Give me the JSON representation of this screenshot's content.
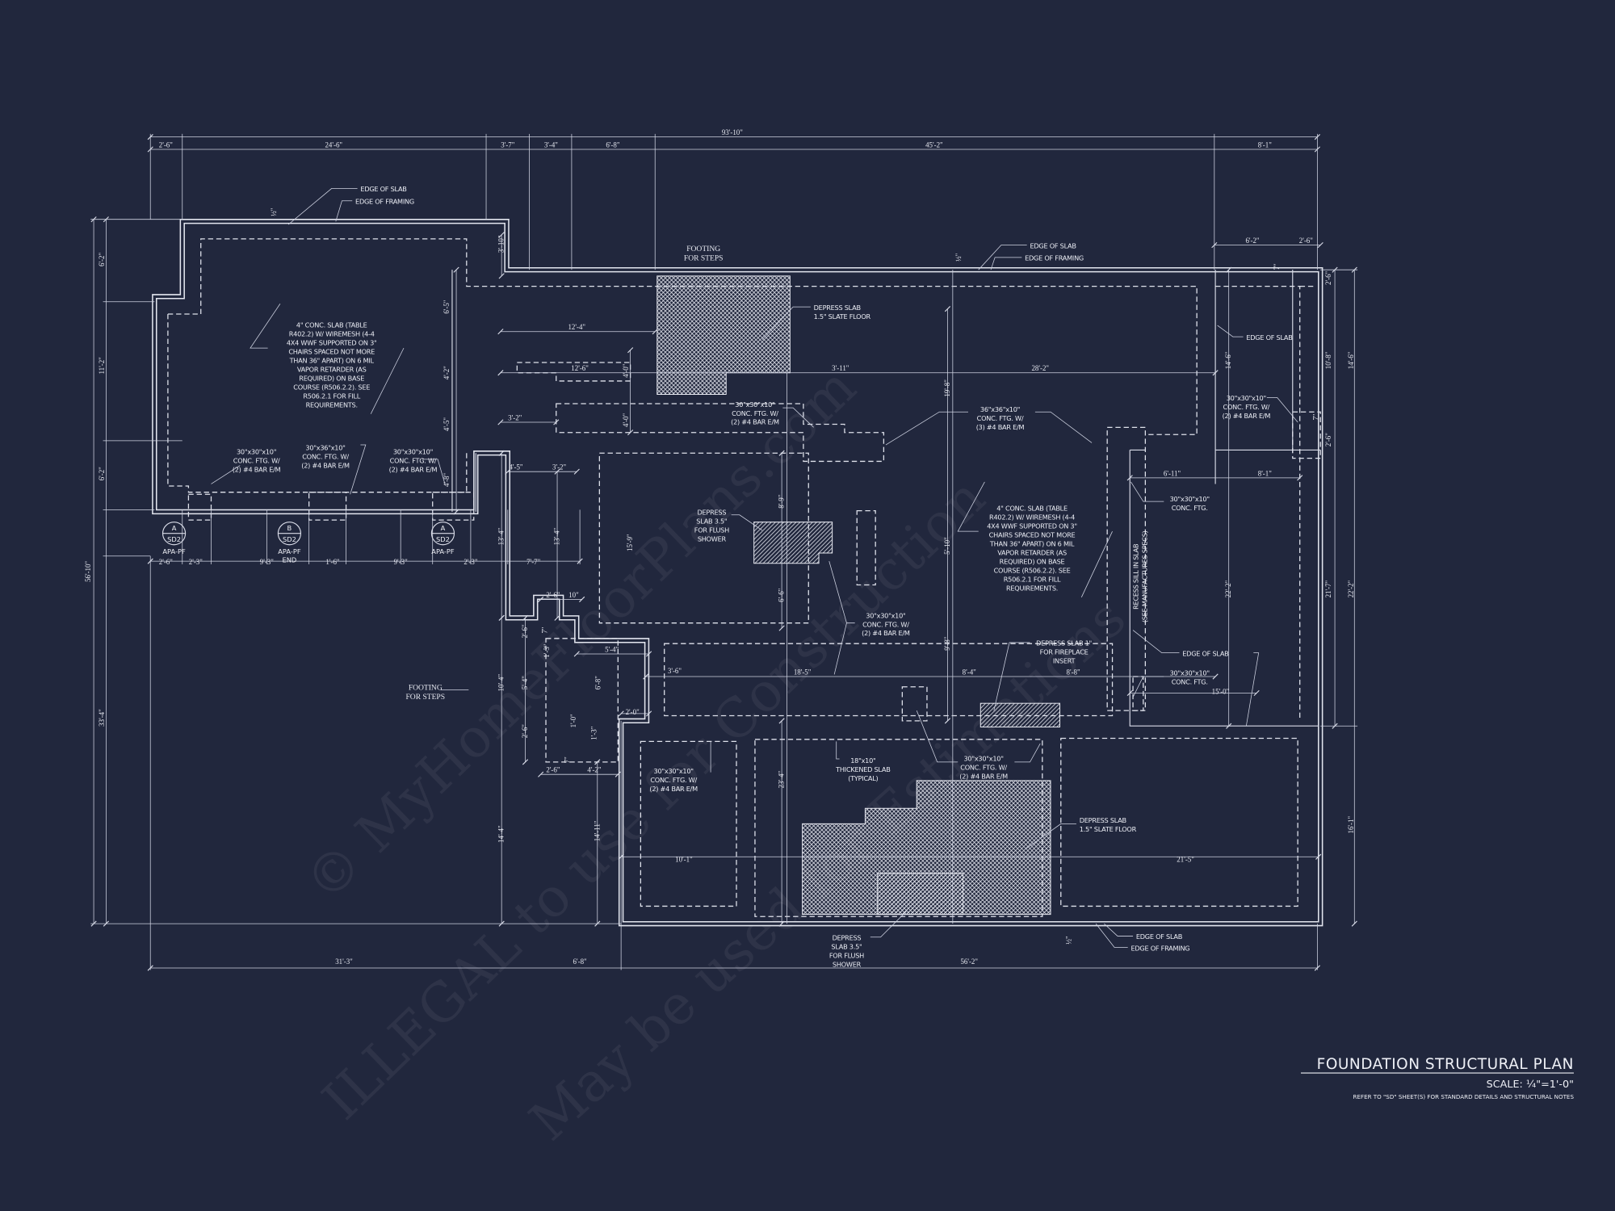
{
  "title_block": {
    "title": "FOUNDATION STRUCTURAL PLAN",
    "scale": "SCALE: ¼\"=1'-0\"",
    "reference_note": "REFER TO \"SD\" SHEET(S) FOR STANDARD DETAILS AND STRUCTURAL NOTES"
  },
  "watermark": {
    "line1": "© MyHomeFloorPlans.com",
    "line2": "ILLEGAL to use for Construction",
    "line3": "May be used for Estimations"
  },
  "colors": {
    "background": "#21273d",
    "linework": "#d9dce8"
  },
  "dimensions": [
    "93'-10\"",
    "2'-6\"",
    "24'-6\"",
    "3'-7\"",
    "3'-4\"",
    "6'-8\"",
    "45'-2\"",
    "8'-1\"",
    "6'-2\"",
    "2'-6\"",
    "12'-4\"",
    "12'-6\"",
    "3'-11\"",
    "28'-2\"",
    "3'-2\"",
    "4'-5\"",
    "3'-2\"",
    "6'-11\"",
    "8'-1\"",
    "2'-6\"",
    "2'-3\"",
    "9'-3\"",
    "1'-6\"",
    "9'-3\"",
    "2'-3\"",
    "7'-7\"",
    "2'-6\"",
    "10\"",
    "5'-4\"",
    "3'-6\"",
    "18'-5\"",
    "8'-4\"",
    "8'-8\"",
    "15'-0\"",
    "2'-0\"",
    "2'-6\"",
    "4'-2\"",
    "10'-1\"",
    "21'-5\"",
    "31'-3\"",
    "6'-8\"",
    "56'-2\"",
    "56'-10\"",
    "6'-2\"",
    "11'-2\"",
    "6'-2\"",
    "33'-4\"",
    "3'-10\"",
    "6'-5\"",
    "4'-2\"",
    "4'-5\"",
    "4'-8\"",
    "4'-0\"",
    "4'-0\"",
    "13'-4\"",
    "13'-4\"",
    "15'-9\"",
    "8'-9\"",
    "6'-6\"",
    "19'-8\"",
    "5'-10\"",
    "9'-8\"",
    "14'-6\"",
    "10'-8\"",
    "14'-6\"",
    "2'-6\"",
    "2'-6\"",
    "22'-2\"",
    "21'-7\"",
    "22'-2\"",
    "10'-4\"",
    "5'-4\"",
    "2'-6\"",
    "2'-6\"",
    "6'-8\"",
    "1'-3\"",
    "14'-4\"",
    "14'-11\"",
    "23'-4\"",
    "16'-1\"",
    "7\"",
    "7\"",
    "7\"",
    "7\"",
    "1'-0\"",
    "1'-3\"",
    "½\"",
    "½\"",
    "½\""
  ],
  "notes": [
    {
      "lines": [
        "EDGE OF SLAB"
      ]
    },
    {
      "lines": [
        "EDGE OF FRAMING"
      ]
    },
    {
      "lines": [
        "EDGE OF SLAB"
      ]
    },
    {
      "lines": [
        "EDGE OF FRAMING"
      ]
    },
    {
      "lines": [
        "EDGE OF SLAB"
      ]
    },
    {
      "lines": [
        "EDGE OF SLAB"
      ]
    },
    {
      "lines": [
        "EDGE OF SLAB"
      ]
    },
    {
      "lines": [
        "EDGE OF FRAMING"
      ]
    },
    {
      "lines": [
        "4\" CONC. SLAB (TABLE",
        "R402.2) W/ WIREMESH (4-4",
        "4X4 WWF SUPPORTED ON 3\"",
        "CHAIRS SPACED NOT MORE",
        "THAN 36\" APART) ON 6 MIL",
        "VAPOR RETARDER (AS",
        "REQUIRED) ON BASE",
        "COURSE (R506.2.2). SEE",
        "R506.2.1 FOR FILL",
        "REQUIREMENTS."
      ]
    },
    {
      "lines": [
        "4\" CONC. SLAB (TABLE",
        "R402.2) W/ WIREMESH (4-4",
        "4X4 WWF SUPPORTED ON 3\"",
        "CHAIRS SPACED NOT MORE",
        "THAN 36\" APART) ON 6 MIL",
        "VAPOR RETARDER (AS",
        "REQUIRED) ON BASE",
        "COURSE (R506.2.2). SEE",
        "R506.2.1 FOR FILL",
        "REQUIREMENTS."
      ]
    },
    {
      "lines": [
        "DEPRESS SLAB",
        "1.5\" SLATE FLOOR"
      ]
    },
    {
      "lines": [
        "DEPRESS SLAB",
        "1.5\" SLATE FLOOR"
      ]
    },
    {
      "lines": [
        "30\"x30\"x10\"",
        "CONC. FTG. W/",
        "(2) #4 BAR E/M"
      ]
    },
    {
      "lines": [
        "36\"x36\"x10\"",
        "CONC. FTG. W/",
        "(3) #4 BAR E/M"
      ]
    },
    {
      "lines": [
        "30\"x30\"x10\"",
        "CONC. FTG. W/",
        "(2) #4 BAR E/M"
      ]
    },
    {
      "lines": [
        "30\"x30\"x10\"",
        "CONC. FTG. W/",
        "(2) #4 BAR E/M"
      ]
    },
    {
      "lines": [
        "30\"x36\"x10\"",
        "CONC. FTG. W/",
        "(2) #4 BAR E/M"
      ]
    },
    {
      "lines": [
        "30\"x30\"x10\"",
        "CONC. FTG. W/",
        "(2) #4 BAR E/M"
      ]
    },
    {
      "lines": [
        "DEPRESS",
        "SLAB 3.5\"",
        "FOR FLUSH",
        "SHOWER"
      ]
    },
    {
      "lines": [
        "30\"x30\"x10\"",
        "CONC. FTG. W/",
        "(2) #4 BAR E/M"
      ]
    },
    {
      "lines": [
        "DEPRESS SLAB 1\"",
        "FOR FIREPLACE",
        "INSERT"
      ]
    },
    {
      "lines": [
        "30\"x30\"x10\"",
        "CONC. FTG."
      ]
    },
    {
      "lines": [
        "30\"x30\"x10\"",
        "CONC. FTG."
      ]
    },
    {
      "lines": [
        "30\"x30\"x10\"",
        "CONC. FTG. W/",
        "(2) #4 BAR E/M"
      ]
    },
    {
      "lines": [
        "18\"x10\"",
        "THICKENED SLAB",
        "(TYPICAL)"
      ]
    },
    {
      "lines": [
        "30\"x30\"x10\"",
        "CONC. FTG. W/",
        "(2) #4 BAR E/M"
      ]
    },
    {
      "lines": [
        "DEPRESS",
        "SLAB 3.5\"",
        "FOR FLUSH",
        "SHOWER"
      ]
    },
    {
      "lines": [
        "RECESS SILL IN SLAB",
        "(SEE MANUFACTURES SPECS)"
      ]
    }
  ],
  "step_notes": [
    {
      "lines": [
        "FOOTING",
        "FOR STEPS"
      ]
    },
    {
      "lines": [
        "FOOTING",
        "FOR STEPS"
      ]
    }
  ],
  "section_markers": [
    {
      "id": "A",
      "sheet": "SD2",
      "caption": [
        "APA-PF"
      ]
    },
    {
      "id": "B",
      "sheet": "SD2",
      "caption": [
        "APA-PF",
        "END"
      ]
    },
    {
      "id": "A",
      "sheet": "SD2",
      "caption": [
        "APA-PF"
      ]
    }
  ]
}
